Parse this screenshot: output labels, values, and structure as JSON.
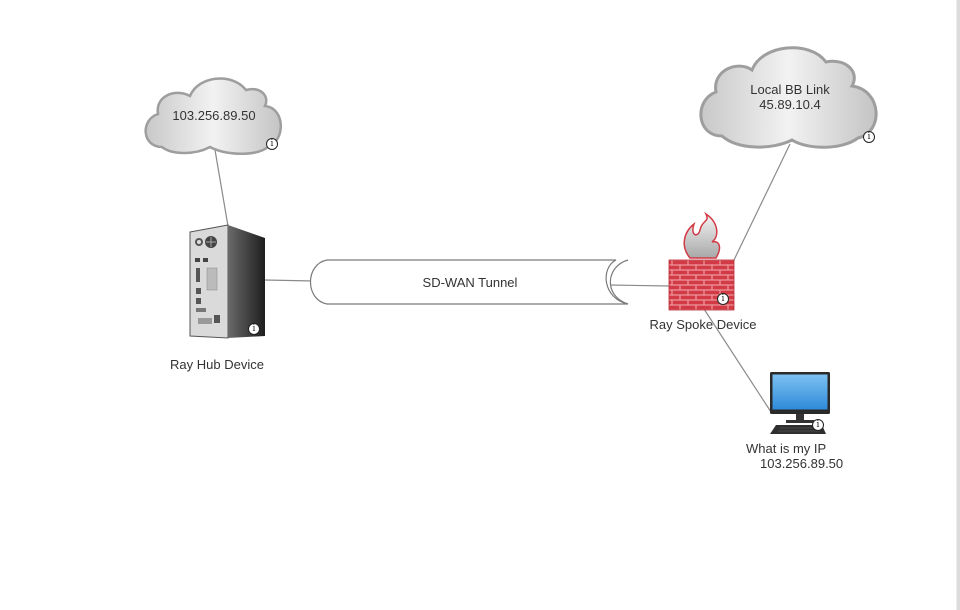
{
  "diagram": {
    "title": "SD-WAN network topology",
    "nodes": {
      "hub_cloud": {
        "label": "103.256.89.50",
        "icon": "cloud-icon"
      },
      "spoke_cloud": {
        "label_line1": "Local BB Link",
        "label_line2": "45.89.10.4",
        "icon": "cloud-icon"
      },
      "hub_device": {
        "label": "Ray Hub Device",
        "icon": "server-tower-icon"
      },
      "tunnel": {
        "label": "SD-WAN Tunnel",
        "icon": "tunnel-pipe-icon"
      },
      "spoke_device": {
        "label": "Ray Spoke Device",
        "icon": "firewall-icon"
      },
      "client_pc": {
        "label_line1": "What is my IP",
        "label_line2": "103.256.89.50",
        "icon": "desktop-computer-icon"
      }
    },
    "info_glyph": "i",
    "edges": [
      {
        "from": "hub_cloud",
        "to": "hub_device"
      },
      {
        "from": "hub_device",
        "to": "tunnel"
      },
      {
        "from": "tunnel",
        "to": "spoke_device"
      },
      {
        "from": "spoke_cloud",
        "to": "spoke_device"
      },
      {
        "from": "spoke_device",
        "to": "client_pc"
      }
    ],
    "colors": {
      "line": "#8a8a8a",
      "cloud_fill": "#e6e6e6",
      "firewall_red": "#d23a45",
      "monitor_blue": "#4aa3e6"
    }
  }
}
